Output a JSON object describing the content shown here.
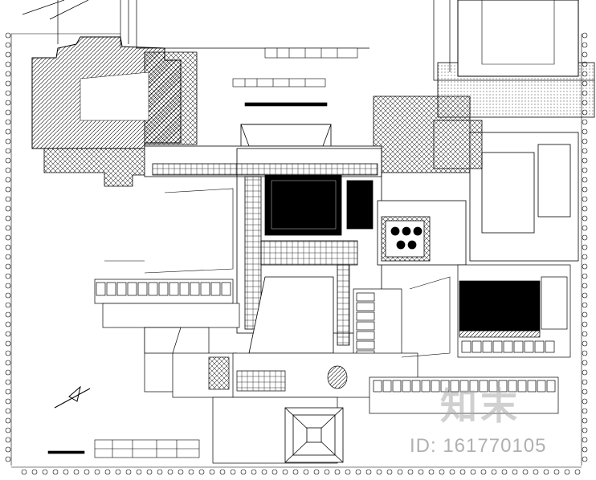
{
  "drawing": {
    "kind": "architectural floor plan (CAD)",
    "colors": {
      "line": "#000000",
      "background": "#ffffff",
      "watermark": "#aaaaaa"
    }
  },
  "watermark": {
    "logo_text": "知末",
    "id_text": "ID: 161770105"
  },
  "icons": [
    "north-arrow-icon"
  ]
}
